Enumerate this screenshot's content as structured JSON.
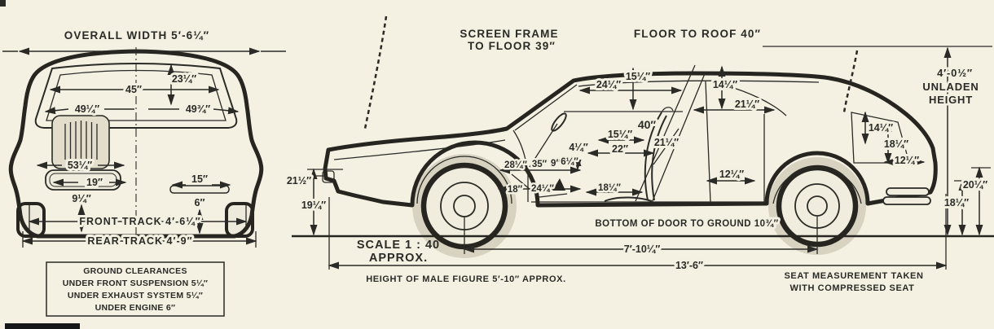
{
  "front_view": {
    "title": "OVERALL WIDTH 5′-6¼″",
    "dims": {
      "w45": "45″",
      "h23": "23¼″",
      "w49l": "49¼″",
      "w49r": "49¾″",
      "w53": "53¼″",
      "w19": "19″",
      "h9": "9¼″",
      "w15": "15″",
      "h6": "6″"
    },
    "front_track": "FRONT TRACK 4′-6¼″",
    "rear_track": "REAR TRACK 4′-9″",
    "clearance_box": {
      "line1": "GROUND CLEARANCES",
      "line2": "UNDER FRONT SUSPENSION 5¼″",
      "line3": "UNDER EXHAUST SYSTEM 5¼″",
      "line4": "UNDER ENGINE 6″"
    }
  },
  "side_view": {
    "screen_frame_l1": "SCREEN FRAME",
    "screen_frame_l2": "TO FLOOR 39″",
    "floor_to_roof": "FLOOR TO ROOF 40″",
    "unladen": {
      "l1": "4′-0½″",
      "l2": "UNLADEN",
      "l3": "HEIGHT"
    },
    "dims": {
      "h21half": "21½″",
      "h19": "19¼″",
      "w24": "24¼″",
      "h15a": "15¼″",
      "h14": "14¼″",
      "w21a": "21¼″",
      "h40": "40″",
      "w15b": "15¼″",
      "w22": "22″",
      "l21b": "21¼″",
      "h4": "4¼″",
      "w28": "28¼″",
      "w35": "35″",
      "w9": "9″",
      "w6": "6¼″",
      "w18": "18″",
      "w24b": "24¼″",
      "w18q": "18¼″",
      "w12cabin": "12¼″",
      "boot_h14": "14¼″",
      "boot_h18": "18¼″",
      "boot_w12": "12¼″",
      "rear_h20": "20¼″",
      "rear_h18": "18¼″"
    },
    "scale_l1": "SCALE 1 : 40",
    "scale_l2": "APPROX.",
    "door_to_ground": "BOTTOM OF DOOR TO GROUND 10¾″",
    "wheelbase": "7′-10¼″",
    "overall_length": "13′-6″",
    "male_figure_note": "HEIGHT OF MALE FIGURE 5′-10″ APPROX.",
    "seat_note_l1": "SEAT MEASUREMENT TAKEN",
    "seat_note_l2": "WITH COMPRESSED SEAT"
  },
  "colors": {
    "paper": "#f4f1e3",
    "ink": "#2a2a26",
    "body_shade": "#e9e5d5",
    "wheel_shade": "#d8d3c1"
  }
}
